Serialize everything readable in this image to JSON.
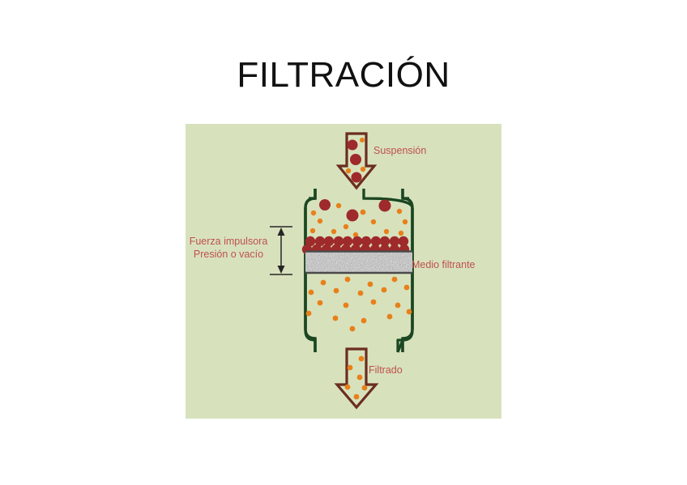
{
  "slide": {
    "title": "FILTRACIÓN",
    "background_color": "#ffffff"
  },
  "figure": {
    "panel_color": "#d7e2bd",
    "vessel_outline_color": "#1b4722",
    "arrow_outline_color": "#6b2d1f",
    "label_color": "#c0504d",
    "particle_large_color": "#9e2a2b",
    "particle_small_color": "#e8801a",
    "filter_medium_color": "#b0b0b0",
    "labels": {
      "suspension": "Suspensión",
      "filter_medium": "Medio filtrante",
      "filtrate": "Filtrado",
      "driving_force_line1": "Fuerza impulsora",
      "driving_force_line2": "Presión o vacío"
    },
    "icons": {
      "inlet_arrow": "arrow-down-icon",
      "outlet_arrow": "arrow-down-icon",
      "force_arrow": "double-arrow-vertical-icon"
    }
  }
}
